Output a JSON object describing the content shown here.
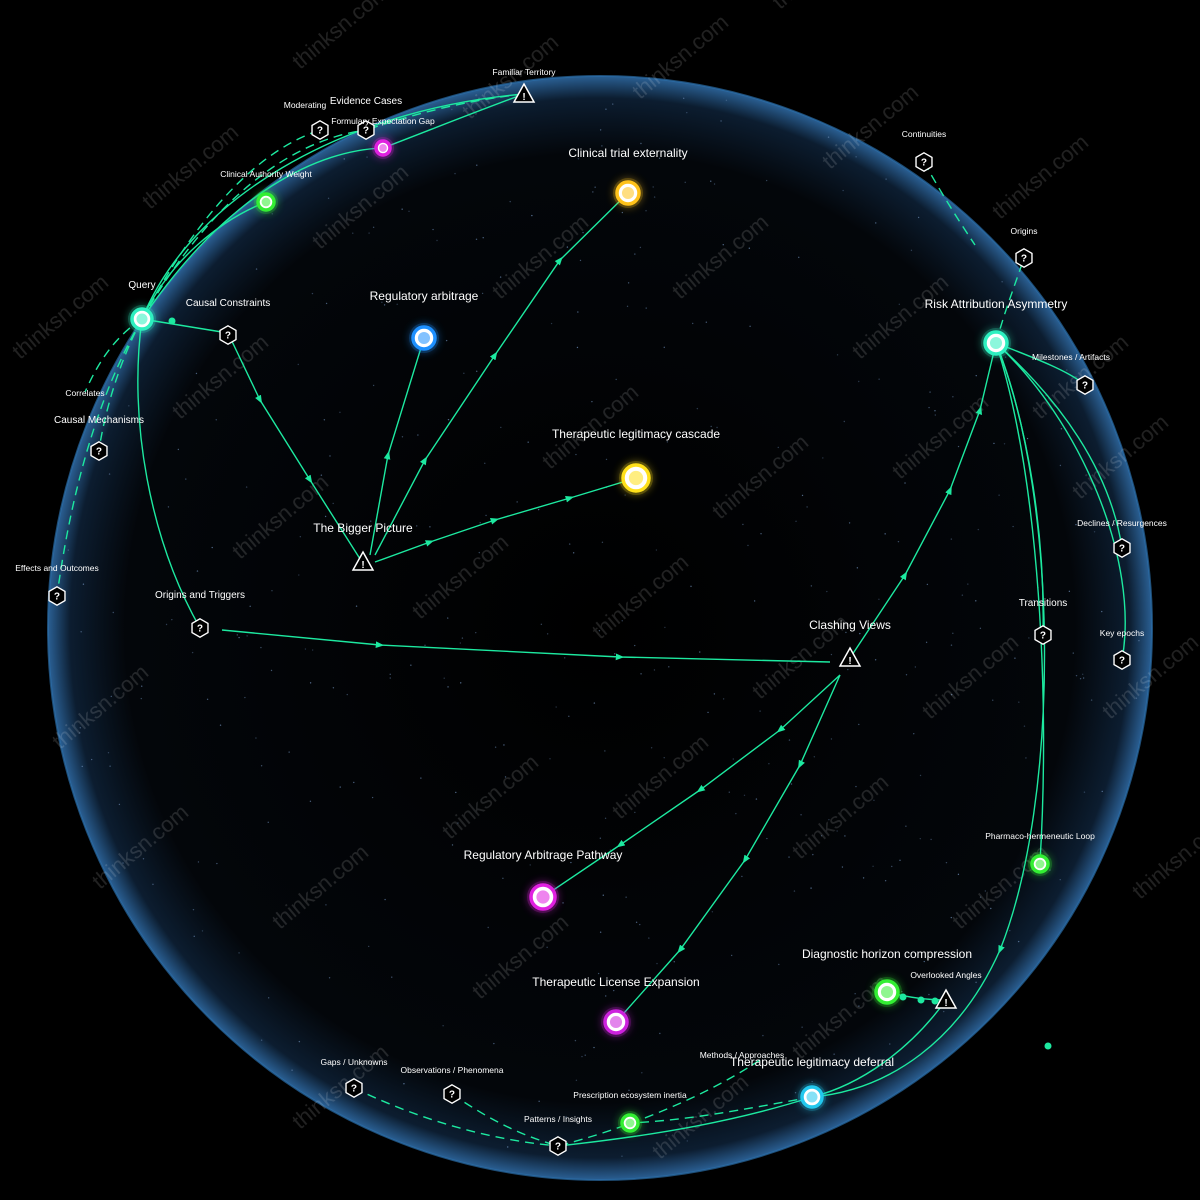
{
  "watermark": "thinksn.com",
  "colors": {
    "background": "#000000",
    "globe_fill": "#05080d",
    "globe_rim": "#3a7fbf",
    "edge": "#1de9a0",
    "label": "#ffffff"
  },
  "nodes": {
    "query": {
      "label": "Query",
      "shape": "circle",
      "color": "#2ef0c0"
    },
    "risk_attribution_asymmetry": {
      "label": "Risk Attribution Asymmetry",
      "shape": "circle",
      "color": "#2ef0c0"
    },
    "clinical_trial_externality": {
      "label": "Clinical trial externality",
      "shape": "circle",
      "color": "#ffc21a"
    },
    "regulatory_arbitrage": {
      "label": "Regulatory arbitrage",
      "shape": "circle",
      "color": "#1e90ff"
    },
    "therapeutic_legitimacy_cascade": {
      "label": "Therapeutic legitimacy cascade",
      "shape": "circle",
      "color": "#ffe01a"
    },
    "regulatory_arbitrage_pathway": {
      "label": "Regulatory Arbitrage Pathway",
      "shape": "circle",
      "color": "#e020e0"
    },
    "therapeutic_license_expansion": {
      "label": "Therapeutic License Expansion",
      "shape": "circle",
      "color": "#cc22dd"
    },
    "diagnostic_horizon_compression": {
      "label": "Diagnostic horizon compression",
      "shape": "circle",
      "color": "#33ee33"
    },
    "therapeutic_legitimacy_deferral": {
      "label": "Therapeutic legitimacy deferral",
      "shape": "circle",
      "color": "#22c8ee"
    },
    "clinical_authority_weight": {
      "label": "Clinical Authority Weight",
      "shape": "circle",
      "color": "#33ee33"
    },
    "formulary_expectation_gap": {
      "label": "Formulary Expectation Gap",
      "shape": "circle",
      "color": "#e020e0"
    },
    "pharmaco_hermeneutic_loop": {
      "label": "Pharmaco-hermeneutic Loop",
      "shape": "circle",
      "color": "#33ee33"
    },
    "prescription_ecosystem_inertia": {
      "label": "Prescription ecosystem inertia",
      "shape": "circle",
      "color": "#33ee33"
    },
    "the_bigger_picture": {
      "label": "The Bigger Picture",
      "shape": "warning",
      "icon": "warning-icon"
    },
    "clashing_views": {
      "label": "Clashing Views",
      "shape": "warning",
      "icon": "warning-icon"
    },
    "familiar_territory": {
      "label": "Familiar Territory",
      "shape": "warning",
      "icon": "warning-icon"
    },
    "overlooked_angles": {
      "label": "Overlooked Angles",
      "shape": "warning",
      "icon": "warning-icon"
    },
    "causal_constraints": {
      "label": "Causal Constraints",
      "shape": "hex",
      "icon": "question-hex-icon"
    },
    "origins_and_triggers": {
      "label": "Origins and Triggers",
      "shape": "hex",
      "icon": "question-hex-icon"
    },
    "causal_mechanisms": {
      "label": "Causal Mechanisms",
      "shape": "hex",
      "icon": "question-hex-icon"
    },
    "correlates": {
      "label": "Correlates",
      "shape": "text"
    },
    "effects_and_outcomes": {
      "label": "Effects and Outcomes",
      "shape": "hex",
      "icon": "question-hex-icon"
    },
    "moderating": {
      "label": "Moderating",
      "shape": "hex",
      "icon": "question-hex-icon"
    },
    "evidence_cases": {
      "label": "Evidence Cases",
      "shape": "hex",
      "icon": "question-hex-icon"
    },
    "continuities": {
      "label": "Continuities",
      "shape": "hex",
      "icon": "question-hex-icon"
    },
    "origins": {
      "label": "Origins",
      "shape": "hex",
      "icon": "question-hex-icon"
    },
    "milestones_artifacts": {
      "label": "Milestones / Artifacts",
      "shape": "hex",
      "icon": "question-hex-icon"
    },
    "declines_resurgences": {
      "label": "Declines / Resurgences",
      "shape": "hex",
      "icon": "question-hex-icon"
    },
    "transitions": {
      "label": "Transitions",
      "shape": "hex",
      "icon": "question-hex-icon"
    },
    "key_epochs": {
      "label": "Key epochs",
      "shape": "hex",
      "icon": "question-hex-icon"
    },
    "gaps_unknowns": {
      "label": "Gaps / Unknowns",
      "shape": "hex",
      "icon": "question-hex-icon"
    },
    "observations_phenomena": {
      "label": "Observations / Phenomena",
      "shape": "hex",
      "icon": "question-hex-icon"
    },
    "patterns_insights": {
      "label": "Patterns / Insights",
      "shape": "hex",
      "icon": "question-hex-icon"
    },
    "methods_approaches": {
      "label": "Methods / Approaches",
      "shape": "text"
    }
  }
}
